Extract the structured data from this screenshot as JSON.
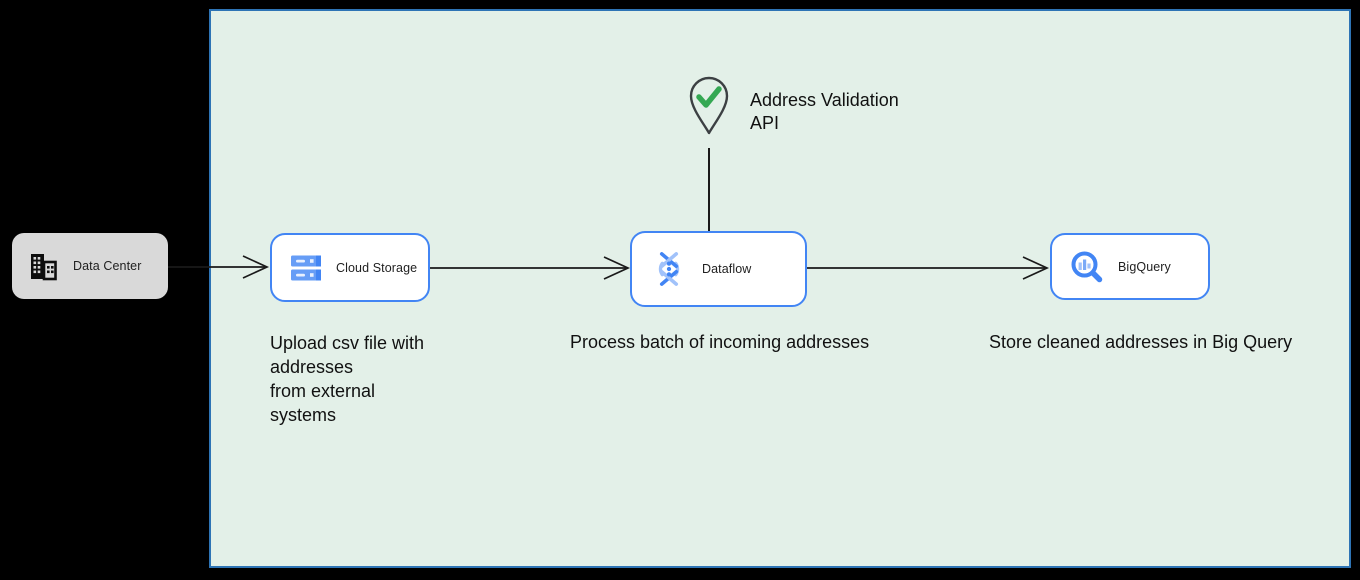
{
  "diagram": {
    "type": "cloud-architecture-flow",
    "colors": {
      "page_bg": "#000000",
      "frame_bg": "#e3f0e8",
      "frame_border": "#2e74b5",
      "node_border": "#4285f4",
      "node_bg": "#ffffff",
      "datacenter_bg": "#d9d9d9",
      "icon_blue": "#4285f4",
      "icon_blue_light": "#a1c2fa",
      "icon_blue_pale": "#e8f0fe",
      "check_green": "#34a853",
      "pin_outline": "#3c4043",
      "connector": "#1a1a1a",
      "text": "#111111"
    },
    "nodes": {
      "data_center": {
        "label": "Data Center",
        "icon": "building-icon"
      },
      "cloud_storage": {
        "label": "Cloud Storage",
        "icon": "cloud-storage-icon",
        "description": "Upload csv file with\naddresses\nfrom external\nsystems"
      },
      "dataflow": {
        "label": "Dataflow",
        "icon": "dataflow-icon",
        "description": "Process batch of incoming addresses"
      },
      "bigquery": {
        "label": "BigQuery",
        "icon": "bigquery-icon",
        "description": "Store cleaned addresses in Big Query"
      },
      "address_validation": {
        "label": "Address Validation\nAPI",
        "icon": "map-pin-check-icon"
      }
    },
    "connectors": [
      {
        "from": "data_center",
        "to": "cloud_storage",
        "style": "open-arrow"
      },
      {
        "from": "cloud_storage",
        "to": "dataflow",
        "style": "open-arrow"
      },
      {
        "from": "dataflow",
        "to": "bigquery",
        "style": "open-arrow"
      },
      {
        "from": "address_validation",
        "to": "dataflow",
        "style": "plain-line"
      }
    ]
  }
}
